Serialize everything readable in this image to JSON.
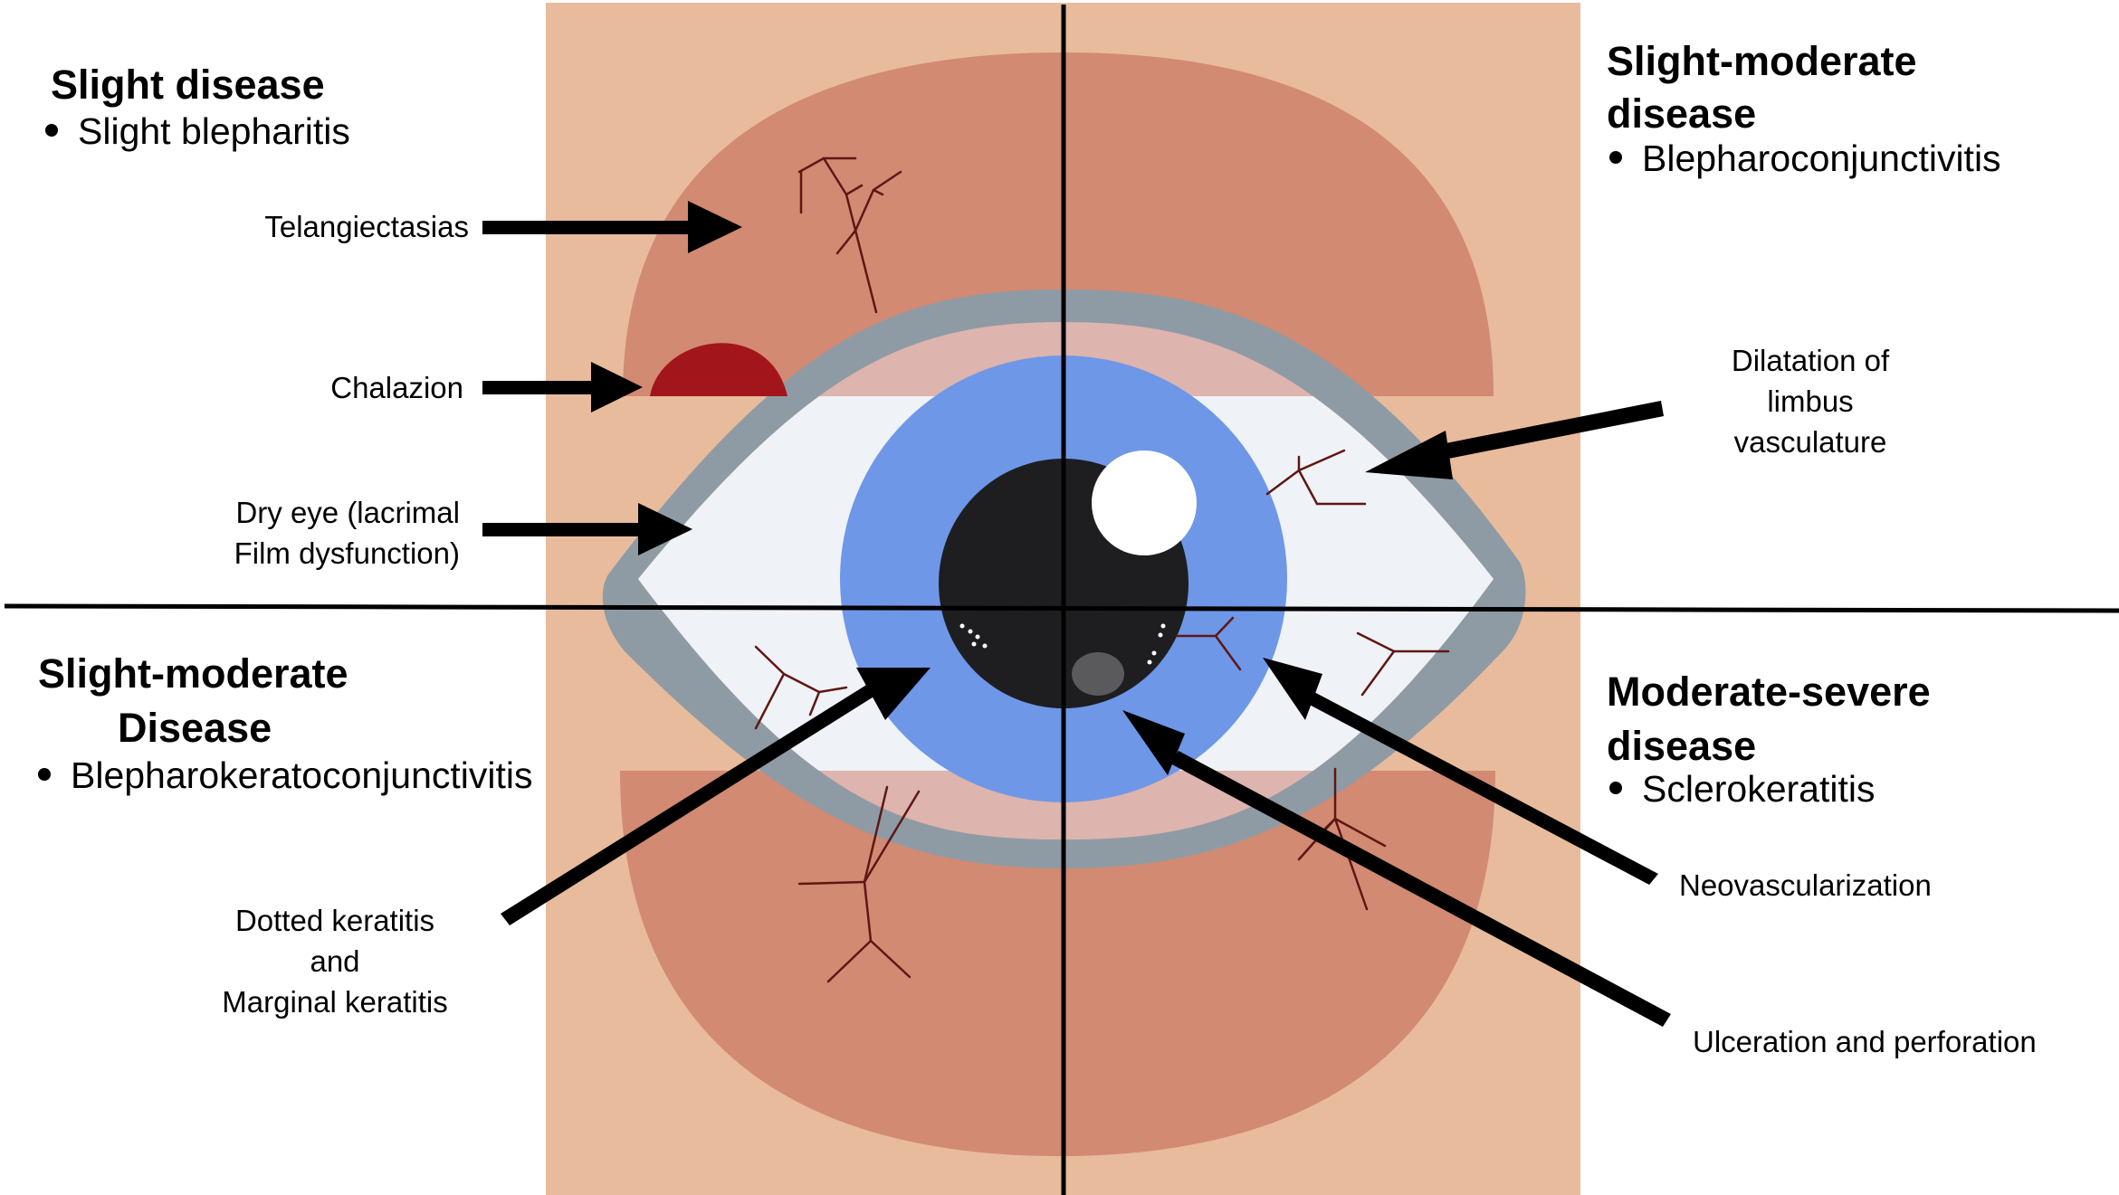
{
  "colors": {
    "skin": "#E8BB9C",
    "eyelid": "#D28A72",
    "lid_margin": "#DDB4AE",
    "eye_outline": "#8F9BA4",
    "sclera": "#EFF2F6",
    "iris": "#6E97E8",
    "pupil": "#1E1E20",
    "highlight": "#FFFFFF",
    "chalazion": "#A2161B",
    "vessels": "#5E1714",
    "arrows": "#000000"
  },
  "quadrants": {
    "top_left": {
      "title": "Slight disease",
      "item": "Slight blepharitis"
    },
    "top_right": {
      "title_line1": "Slight-moderate",
      "title_line2": "disease",
      "item": "Blepharoconjunctivitis"
    },
    "bottom_left": {
      "title_line1": "Slight-moderate",
      "title_line2": "Disease",
      "item": "Blepharokeratoconjunctivitis"
    },
    "bottom_right": {
      "title_line1": "Moderate-severe",
      "title_line2": "disease",
      "item": "Sclerokeratitis"
    }
  },
  "labels": {
    "telangiectasias": "Telangiectasias",
    "chalazion": "Chalazion",
    "dry_eye_line1": "Dry eye (lacrimal",
    "dry_eye_line2": "Film dysfunction)",
    "dilatation_line1": "Dilatation of",
    "dilatation_line2": "limbus",
    "dilatation_line3": "vasculature",
    "dotted_line1": "Dotted keratitis",
    "dotted_line2": "and",
    "dotted_line3": "Marginal keratitis",
    "neovascularization": "Neovascularization",
    "ulceration": "Ulceration and perforation"
  }
}
